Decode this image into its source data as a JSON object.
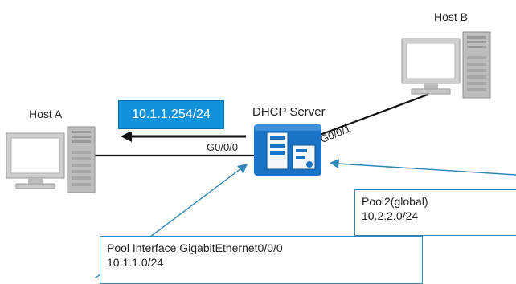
{
  "hosts": {
    "host_a": {
      "label": "Host A"
    },
    "host_b": {
      "label": "Host B"
    }
  },
  "server": {
    "label": "DHCP Server"
  },
  "ports": {
    "g0_0_0": "G0/0/0",
    "g0_0_1": "G0/0/1"
  },
  "assigned_ip": "10.1.1.254/24",
  "pools": {
    "pool2": {
      "name": "Pool2(global)",
      "subnet": "10.2.2.0/24"
    },
    "pool_interface": {
      "name": "Pool Interface GigabitEthernet0/0/0",
      "subnet": "10.1.1.0/24"
    }
  },
  "colors": {
    "link": "#111111",
    "callout": "#2f86b5",
    "badge": "#1392dc",
    "server_blue": "#1a73c7"
  },
  "icons": {
    "host": "desktop-computer-icon",
    "server": "dhcp-server-icon"
  }
}
